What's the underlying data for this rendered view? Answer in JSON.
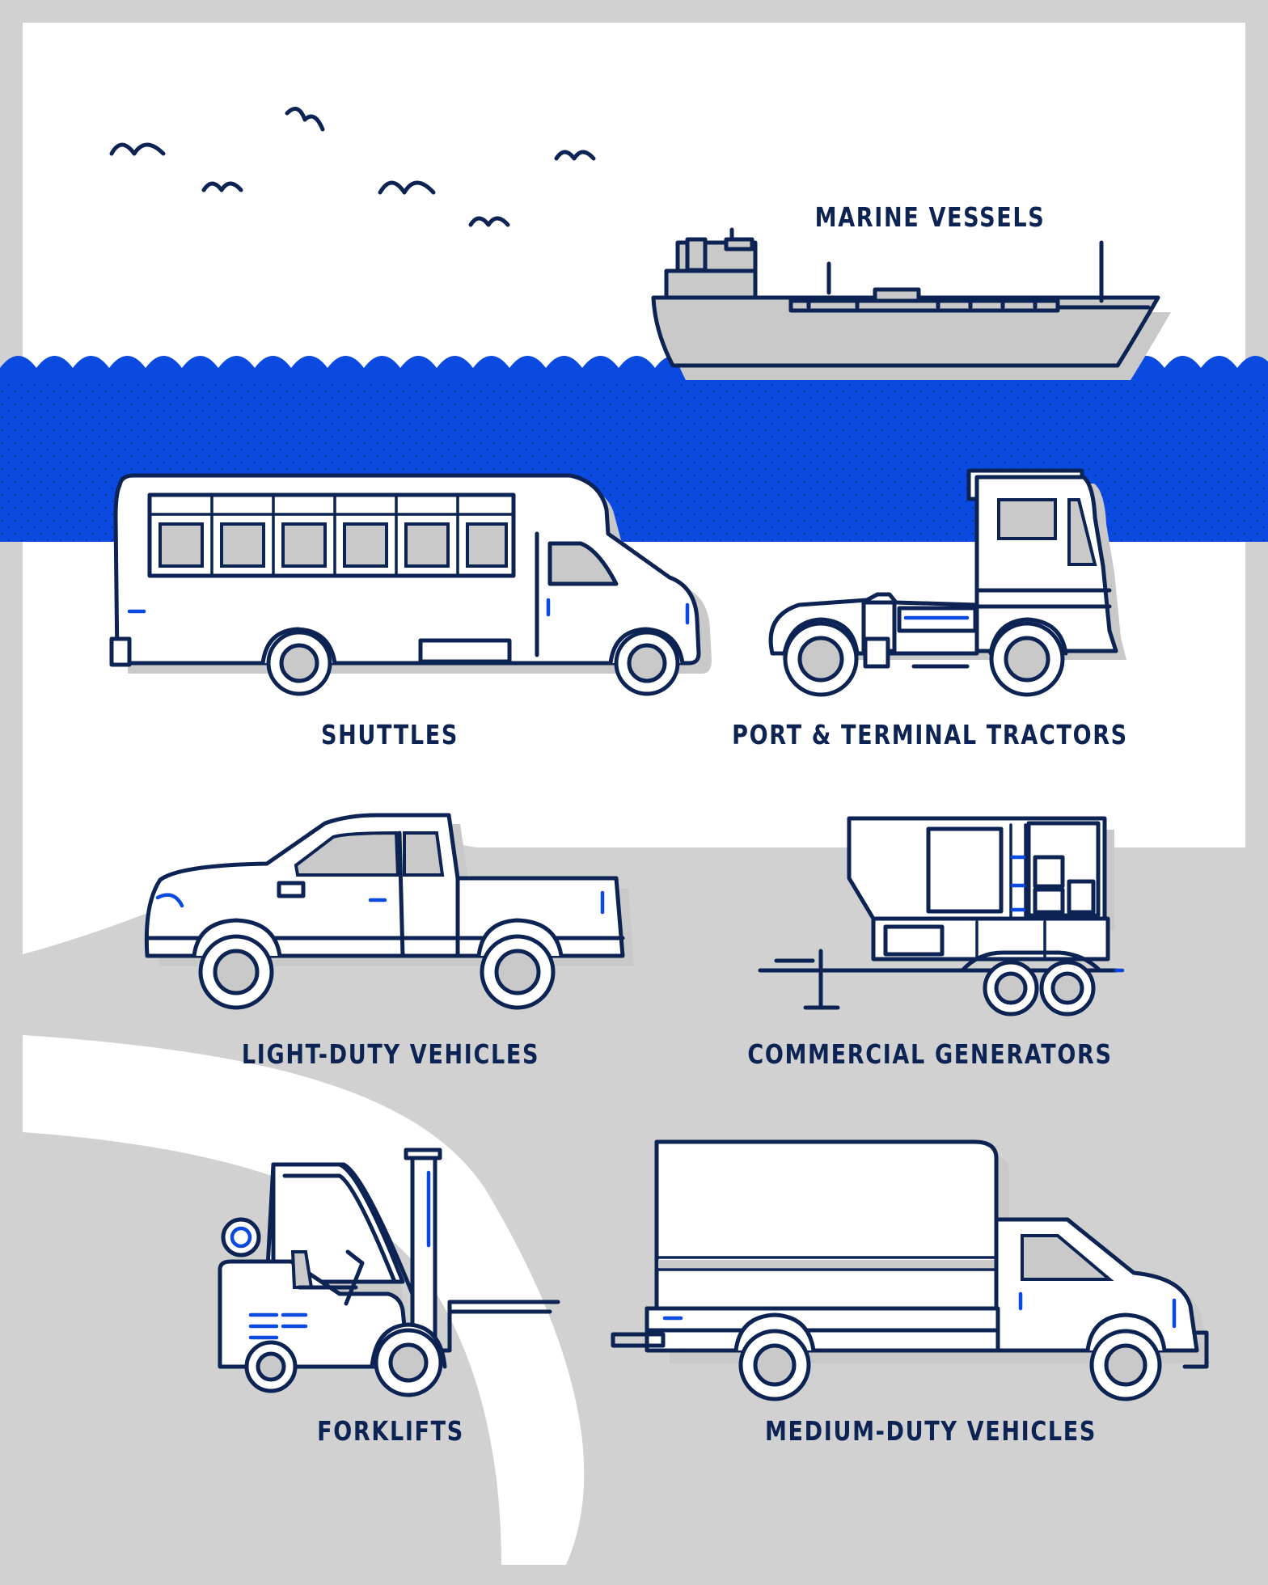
{
  "colors": {
    "navy": "#0c2353",
    "blue": "#0a4ae0",
    "gray": "#d1d1d1",
    "white": "#ffffff"
  },
  "labels": {
    "marine": "MARINE VESSELS",
    "shuttles": "SHUTTLES",
    "tractors": "PORT & TERMINAL TRACTORS",
    "light_duty": "LIGHT-DUTY VEHICLES",
    "generators": "COMMERCIAL GENERATORS",
    "forklifts": "FORKLIFTS",
    "medium_duty": "MEDIUM-DUTY VEHICLES"
  },
  "illustrations": {
    "birds": "bird-icon",
    "ship": "ship-icon",
    "bus": "shuttle-bus-icon",
    "tractor": "terminal-tractor-icon",
    "pickup": "pickup-truck-icon",
    "generator": "generator-trailer-icon",
    "forklift": "forklift-icon",
    "box_truck": "box-truck-icon"
  }
}
